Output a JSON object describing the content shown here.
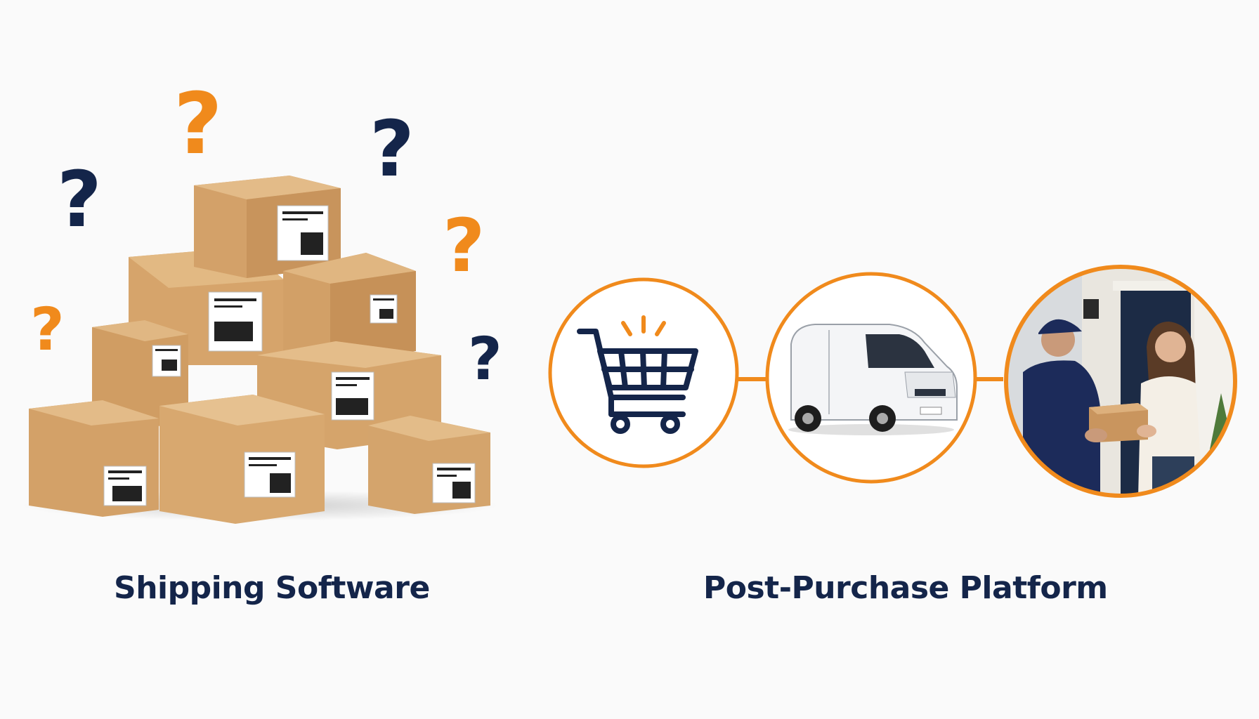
{
  "left": {
    "caption": "Shipping Software"
  },
  "right": {
    "caption": "Post-Purchase Platform"
  },
  "colors": {
    "navy": "#14254a",
    "orange": "#f08a1c",
    "cardboard": "#d5a66f"
  },
  "icons": [
    "question-mark-icon",
    "shopping-cart-icon",
    "delivery-van-icon",
    "courier-handoff-photo"
  ]
}
